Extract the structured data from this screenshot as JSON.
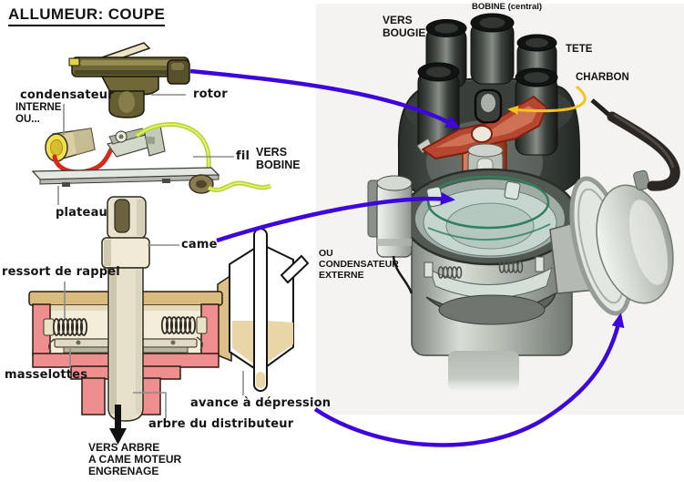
{
  "title": "ALLUMEUR: COUPE",
  "colors": {
    "arrow_blue": "#3d07dc",
    "arrow_yellow": "#f2c31d",
    "housing_pink": "#ef8e8e",
    "rotor_red": "#b5462f"
  },
  "left_diagram": {
    "labels": {
      "condensateur": "condensateur",
      "interne": "INTERNE",
      "ou": "OU...",
      "rotor": "rotor",
      "fil": "fil",
      "vers": "VERS",
      "bobine": "BOBINE",
      "plateau": "plateau",
      "came": "came",
      "ressort": "ressort de rappel",
      "masselottes": "masselottes",
      "avance": "avance à dépression",
      "arbre": "arbre du distributeur",
      "vers_arbre_l1": "VERS ARBRE",
      "vers_arbre_l2": "A CAME MOTEUR",
      "vers_arbre_l3": "ENGRENAGE"
    }
  },
  "right_diagram": {
    "labels": {
      "vers": "VERS",
      "bougie": "BOUGIE",
      "bobine_central": "BOBINE (central)",
      "tete": "TETE",
      "charbon": "CHARBON",
      "ou": "OU",
      "condensateur": "CONDENSATEUR",
      "externe": "EXTERNE"
    }
  }
}
